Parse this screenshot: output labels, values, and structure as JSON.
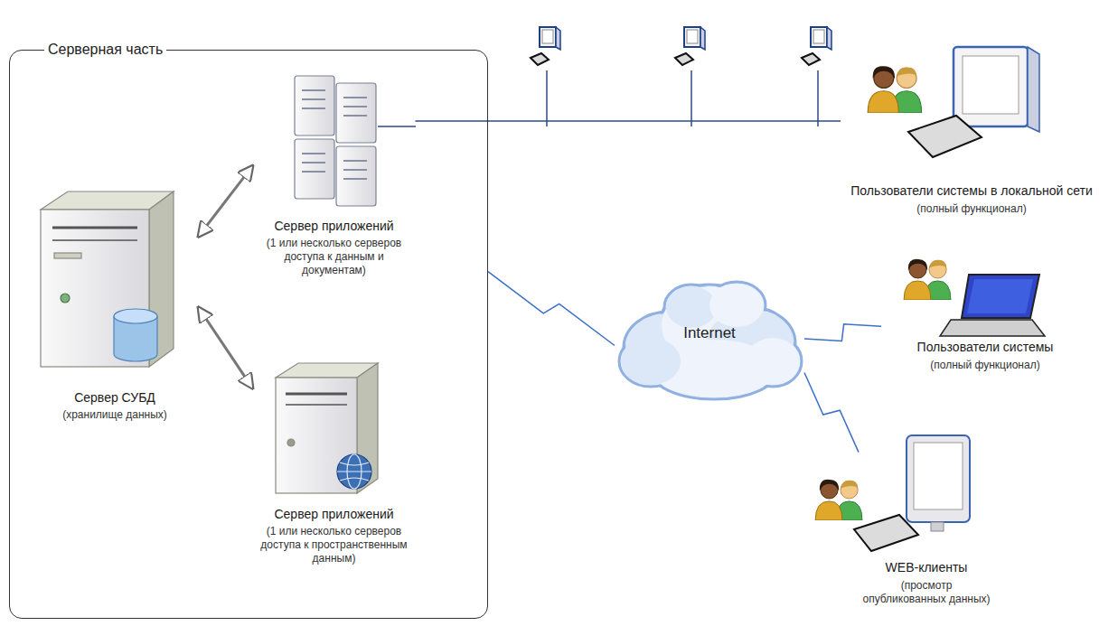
{
  "diagram": {
    "nodes": [
      {
        "text": [
          "Серверная часть"
        ]
      },
      {
        "text": [
          "Сервер приложений",
          "(1 или несколько серверов доступа к данным и документам)"
        ],
        "in": 0
      },
      {
        "text": [
          "Сервер СУБД",
          "(хранилище данных)"
        ],
        "in": 0
      },
      {
        "text": [
          "Сервер приложений",
          "(1 или несколько серверов доступа к пространственным данным)"
        ],
        "in": 0
      },
      {
        "text": [
          "Пользователи системы в локальной сети",
          "(полный функционал)"
        ]
      },
      {
        "text": [
          "Internet"
        ]
      },
      {
        "text": [
          "Пользователи системы",
          "(полный функционал)"
        ]
      },
      {
        "text": [
          "WEB-клиенты",
          "(просмотр опубликованных данных)"
        ]
      }
    ],
    "edges": [
      {
        "from": 2,
        "to": 1,
        "arrow": "both"
      },
      {
        "from": 2,
        "to": 3,
        "arrow": "both"
      },
      {
        "from": 1,
        "to": 4,
        "arrow": "none"
      },
      {
        "from": 0,
        "to": 5,
        "arrow": "none"
      },
      {
        "from": 5,
        "to": 6,
        "arrow": "none"
      },
      {
        "from": 5,
        "to": 7,
        "arrow": "none"
      }
    ]
  }
}
